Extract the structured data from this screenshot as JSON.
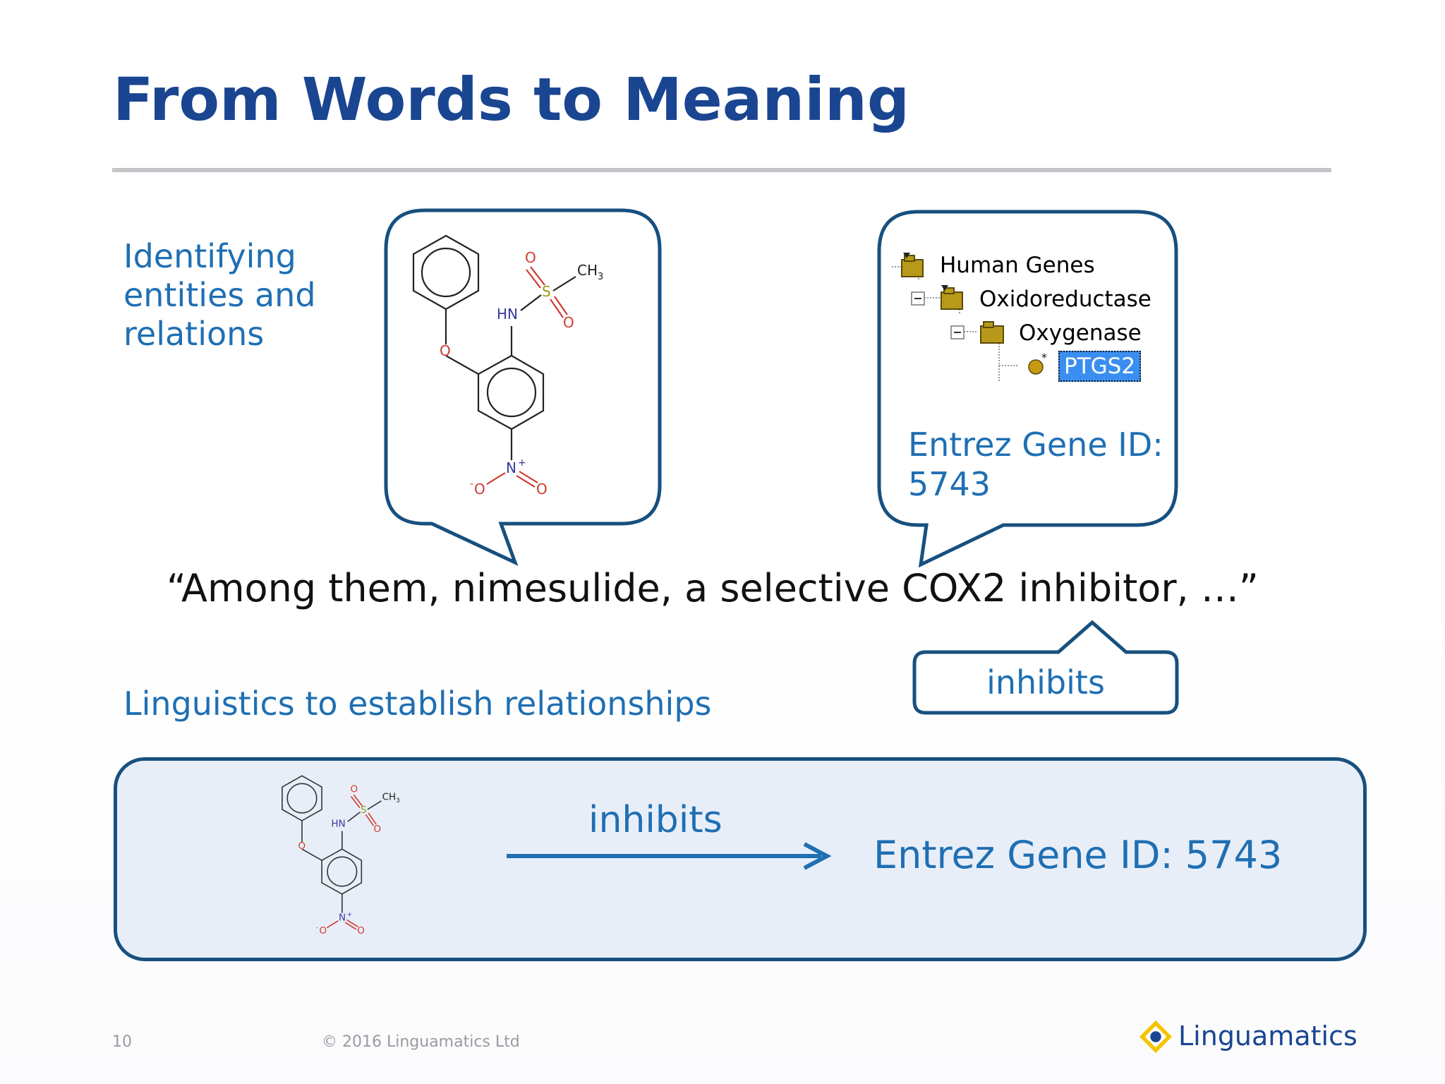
{
  "slide": {
    "title": "From Words to Meaning",
    "section1_lines": [
      "Identifying",
      "entities and",
      "relations"
    ],
    "quote": "“Among them, nimesulide, a selective COX2 inhibitor, …”",
    "section2": "Linguistics to establish relationships"
  },
  "molecule": {
    "atoms": {
      "o_top": "O",
      "s": "S",
      "o_bottom": "O",
      "ch3": "CH",
      "ch3_sub": "3",
      "hn": "HN",
      "ether_o": "O",
      "n": "N",
      "n_charge": "+",
      "o_minus": "O",
      "minus": "-",
      "o_nitro": "O"
    }
  },
  "gene_tree": {
    "items": [
      {
        "label": "Human Genes"
      },
      {
        "label": "Oxidoreductase"
      },
      {
        "label": "Oxygenase"
      }
    ],
    "selected": "PTGS2"
  },
  "gene_callout": {
    "line1": "Entrez Gene ID:",
    "line2": "5743"
  },
  "relation_callout": {
    "label": "inhibits"
  },
  "result": {
    "arrow_label": "inhibits",
    "gene": "Entrez Gene ID: 5743"
  },
  "footer": {
    "page_number": "10",
    "copyright": "© 2016 Linguamatics Ltd",
    "brand": "Linguamatics"
  },
  "colors": {
    "title": "#1a4591",
    "accent_text": "#1f6fb3",
    "callout_border": "#17507f",
    "result_fill": "#e8eef8"
  }
}
